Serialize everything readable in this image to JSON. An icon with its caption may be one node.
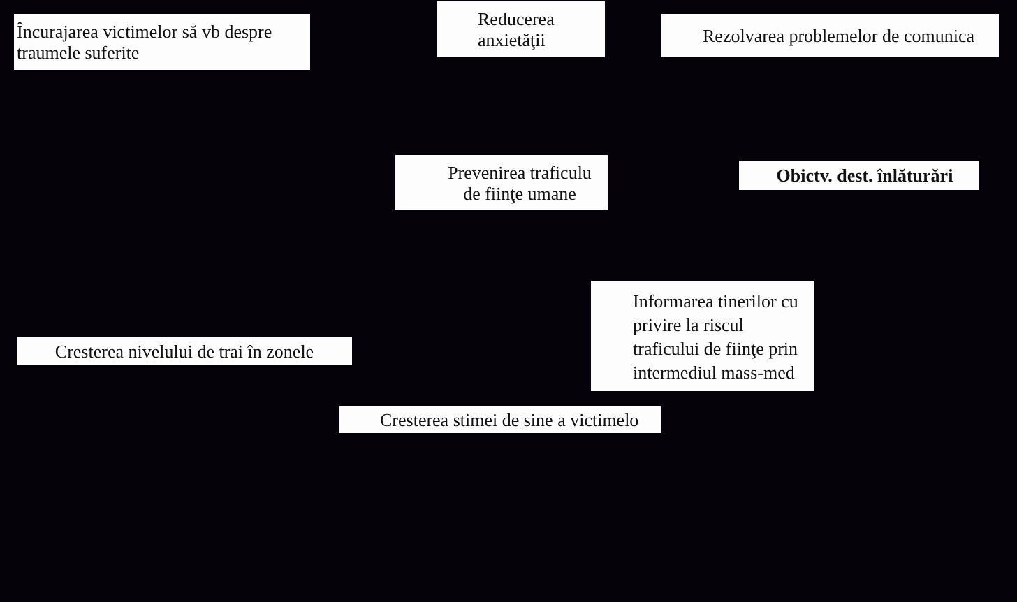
{
  "diagram": {
    "nodes": [
      {
        "text": [
          "Încurajarea victimelor să vb despre traumele suferite"
        ]
      },
      {
        "text": [
          "Reducerea anxietăţii"
        ]
      },
      {
        "text": [
          "Rezolvarea problemelor de comunica"
        ]
      },
      {
        "text": [
          "Prevenirea traficulu de fiinţe umane"
        ]
      },
      {
        "text": [
          "Obictv. dest. înlăturări"
        ]
      },
      {
        "text": [
          "Informarea tinerilor cu privire la riscul traficului de fiinţe prin intermediul mass-med"
        ]
      },
      {
        "text": [
          "Cresterea nivelului de trai în zonele"
        ]
      },
      {
        "text": [
          "Cresterea stimei de sine a victimelo"
        ]
      }
    ]
  }
}
